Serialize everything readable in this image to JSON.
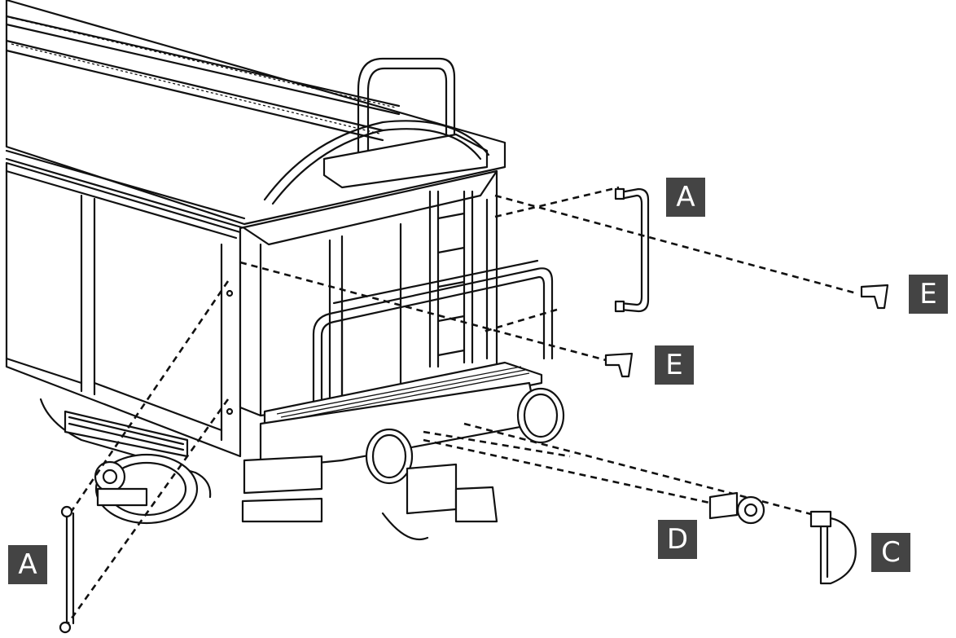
{
  "diagram": {
    "colors": {
      "label_bg": "#444444",
      "label_fg": "#ffffff",
      "line": "#111111",
      "background": "#ffffff"
    },
    "labels": {
      "a_top": "A",
      "a_bottom": "A",
      "e_right": "E",
      "e_mid": "E",
      "d": "D",
      "c": "C"
    },
    "parts": [
      "wagon-body",
      "bogie",
      "buffer",
      "brake-platform",
      "ladder",
      "handrail",
      "grab-handle",
      "lamp-bracket",
      "coupling-hook",
      "screw-coupling"
    ]
  }
}
